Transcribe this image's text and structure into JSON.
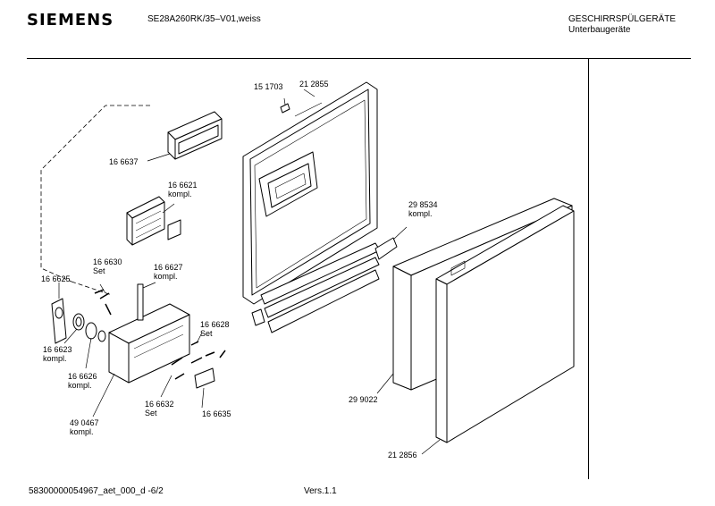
{
  "header": {
    "brand": "SIEMENS",
    "model": "SE28A260RK/35–V01,weiss",
    "category_line1": "GESCHIRRSPÜLGERÄTE",
    "category_line2": "Unterbaugeräte"
  },
  "footer": {
    "doc_id": "58300000054967_aet_000_d  -6/2",
    "version": "Vers.1.1"
  },
  "labels": {
    "p151703": "15 1703",
    "p212855": "21 2855",
    "p166637": "16 6637",
    "p166621": "16 6621",
    "p166621b": "kompl.",
    "p298534": "29 8534",
    "p298534b": "kompl.",
    "p166630": "16 6630",
    "p166630b": "Set",
    "p166627": "16 6627",
    "p166627b": "kompl.",
    "p166625": "16 6625",
    "p166628": "16 6628",
    "p166628b": "Set",
    "p166623": "16 6623",
    "p166623b": "kompl.",
    "p166626": "16 6626",
    "p166626b": "kompl.",
    "p166632": "16 6632",
    "p166632b": "Set",
    "p166635": "16 6635",
    "p490467": "49 0467",
    "p490467b": "kompl.",
    "p299022": "29 9022",
    "p212856": "21 2856"
  }
}
